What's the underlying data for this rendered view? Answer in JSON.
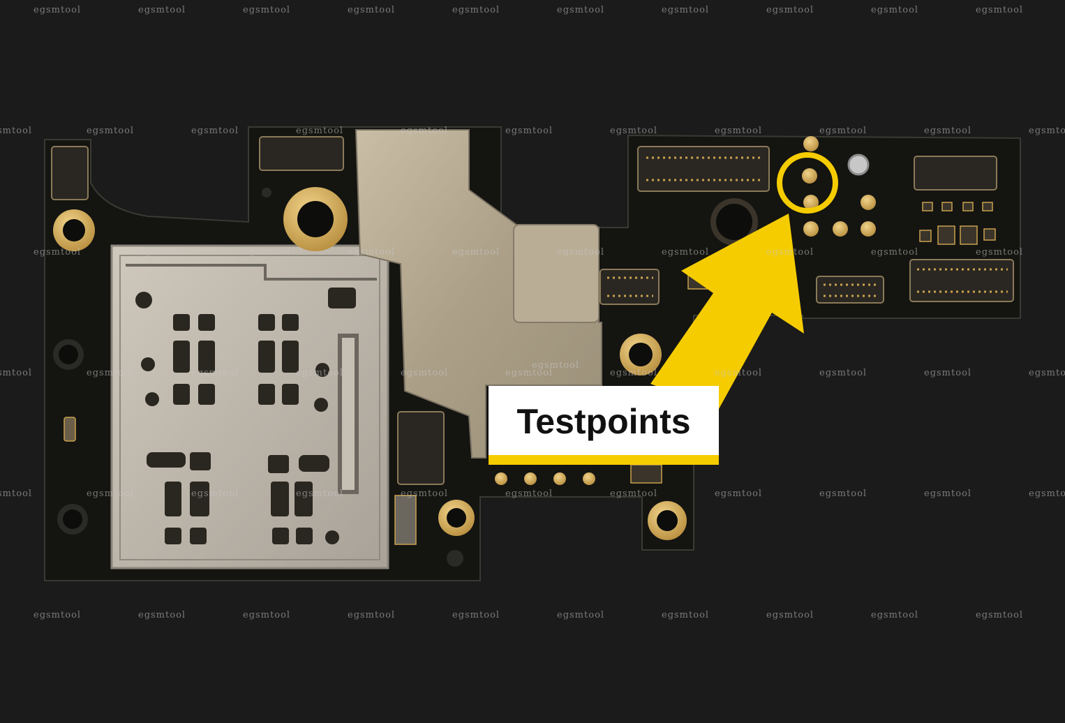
{
  "image": {
    "subject": "circuit-board",
    "annotation": {
      "label": "Testpoints",
      "color": "#f5cc00"
    },
    "watermark_text": "egsmtool",
    "colors": {
      "background": "#1b1b1b",
      "board": "#141411",
      "gold": "#d8b25a",
      "shield": "#b3a68e",
      "highlight": "#f5cc00"
    }
  }
}
